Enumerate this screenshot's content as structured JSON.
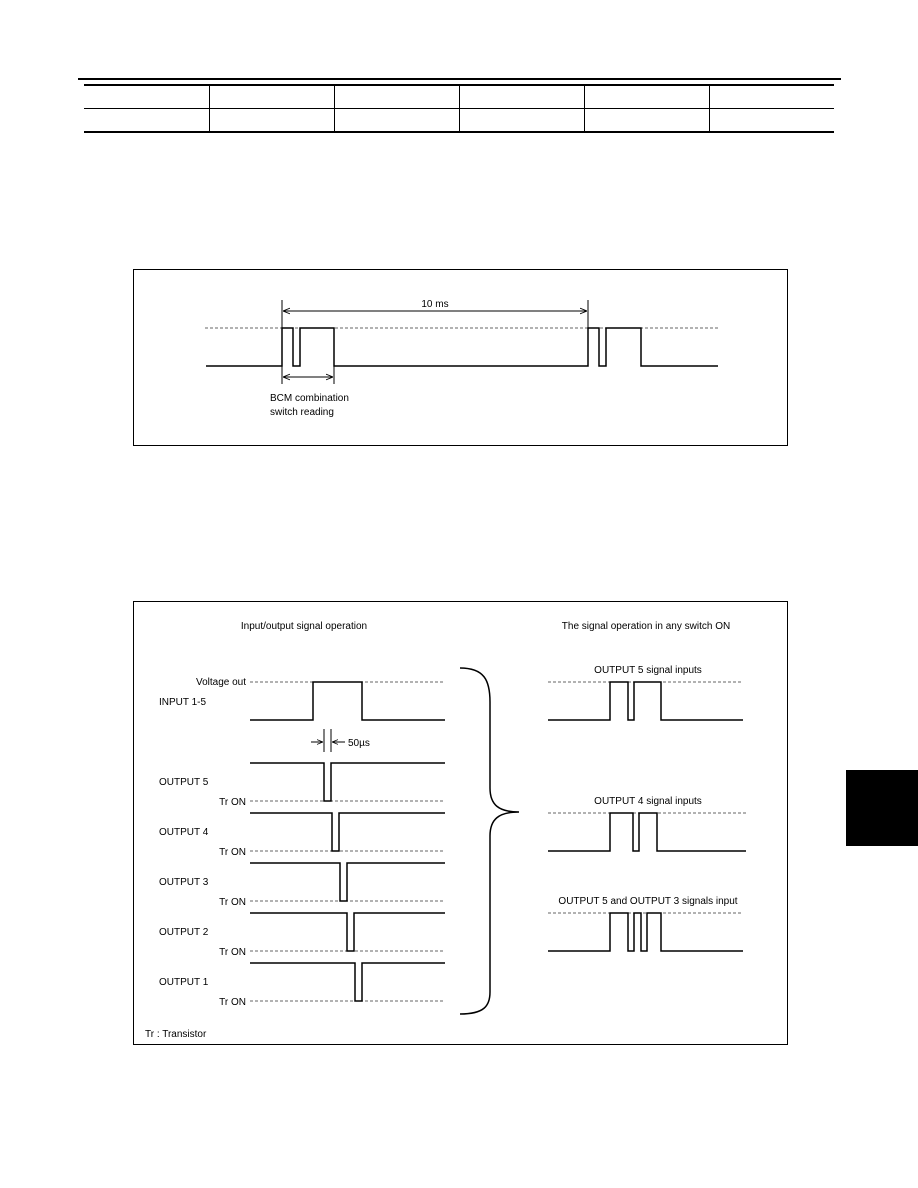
{
  "spec_table": {
    "rows": [
      [
        "",
        "",
        "",
        "",
        "",
        ""
      ],
      [
        "",
        "",
        "",
        "",
        "",
        ""
      ]
    ]
  },
  "figure1": {
    "period_label": "10 ms",
    "reading_label_line1": "BCM combination",
    "reading_label_line2": "switch reading"
  },
  "figure2": {
    "left_heading": "Input/output signal operation",
    "right_heading": "The signal operation in any switch ON",
    "voltage_out_label": "Voltage out",
    "input_label": "INPUT 1-5",
    "pulse_width_label": "50µs",
    "tr_on_label": "Tr ON",
    "outputs": [
      "OUTPUT 5",
      "OUTPUT 4",
      "OUTPUT 3",
      "OUTPUT 2",
      "OUTPUT 1"
    ],
    "cases": [
      {
        "title": "OUTPUT 5 signal inputs"
      },
      {
        "title": "OUTPUT 4 signal inputs"
      },
      {
        "title": "OUTPUT 5 and OUTPUT 3 signals input"
      }
    ],
    "footnote": "Tr : Transistor"
  }
}
